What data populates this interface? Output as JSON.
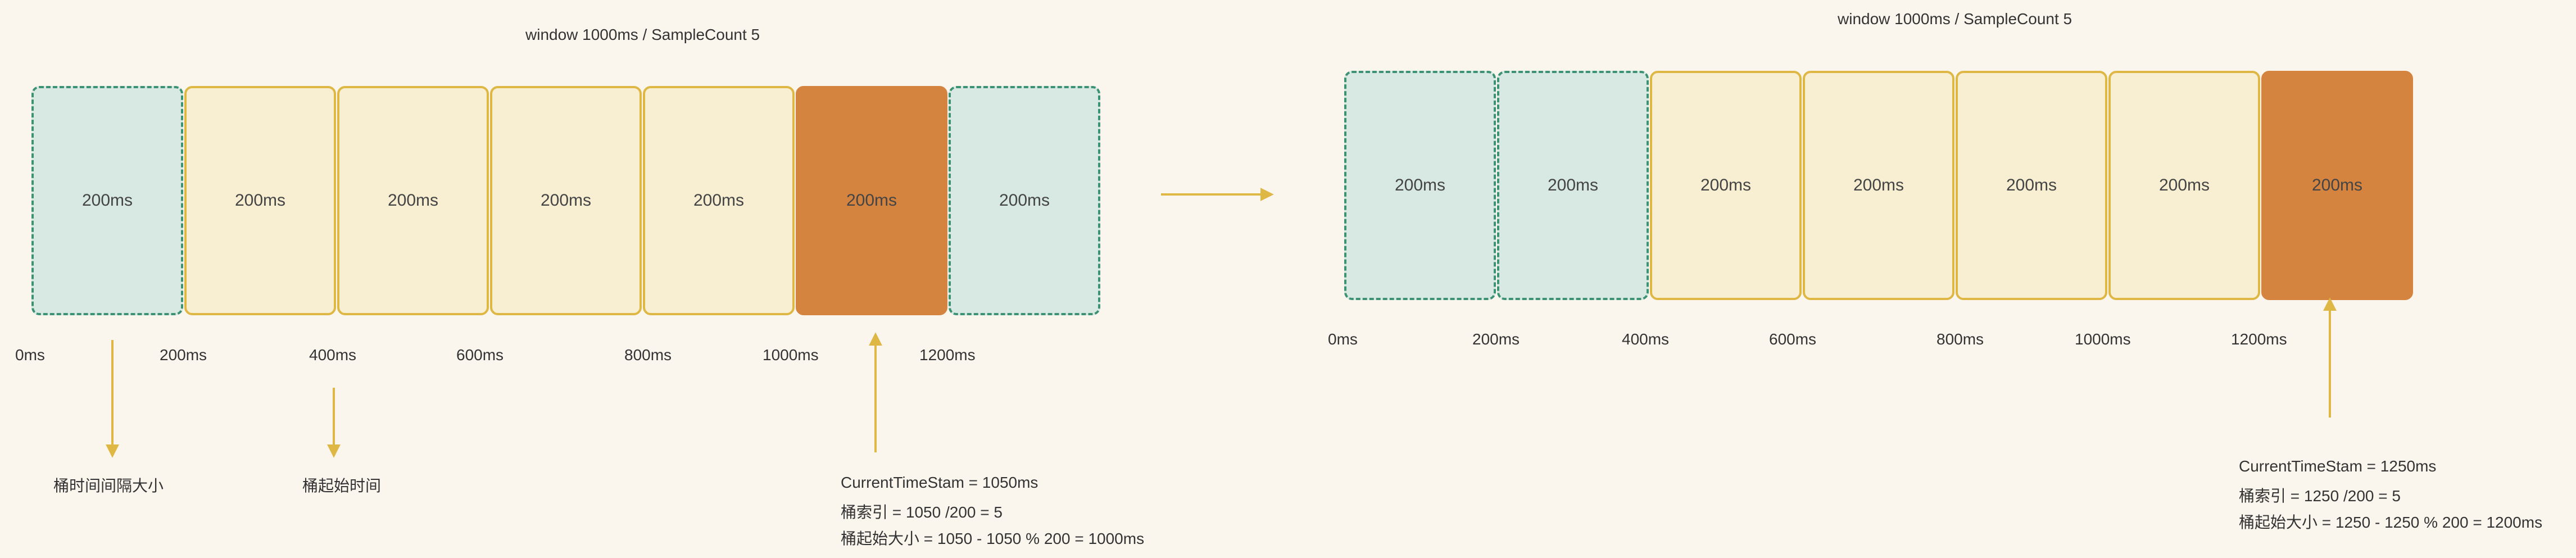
{
  "left": {
    "title": "window 1000ms / SampleCount 5",
    "buckets": [
      "200ms",
      "200ms",
      "200ms",
      "200ms",
      "200ms",
      "200ms",
      "200ms"
    ],
    "ticks": [
      "0ms",
      "200ms",
      "400ms",
      "600ms",
      "800ms",
      "1000ms",
      "1200ms"
    ],
    "label_interval": "桶时间间隔大小",
    "label_start": "桶起始时间",
    "calc": {
      "line1": "CurrentTimeStam = 1050ms",
      "line2": "桶索引 = 1050 /200 = 5",
      "line3": "桶起始大小 = 1050 - 1050 % 200 = 1000ms"
    }
  },
  "right": {
    "title": "window 1000ms / SampleCount 5",
    "buckets": [
      "200ms",
      "200ms",
      "200ms",
      "200ms",
      "200ms",
      "200ms",
      "200ms"
    ],
    "ticks": [
      "0ms",
      "200ms",
      "400ms",
      "600ms",
      "800ms",
      "1000ms",
      "1200ms"
    ],
    "calc": {
      "line1": "CurrentTimeStam = 1250ms",
      "line2": "桶索引 = 1250 /200 = 5",
      "line3": "桶起始大小 = 1250 - 1250 % 200 = 1200ms"
    }
  },
  "colors": {
    "active_bucket": "#d4843f",
    "window_bucket": "#f8efd2",
    "expired_bucket": "#d7e9e2",
    "arrow": "#deb744"
  }
}
